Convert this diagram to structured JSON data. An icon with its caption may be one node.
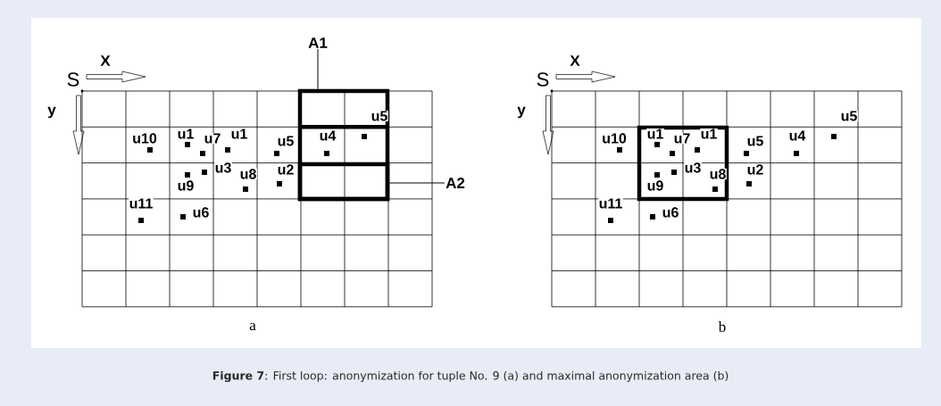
{
  "diagram": {
    "caption": "**Figure 7**: First loop: anonymization for tuple No. 9 (a) and maximal anonymization area (b)",
    "nodes": [
      {
        "text": [
          "A1"
        ]
      },
      {
        "text": [],
        "shape": "box"
      },
      {
        "text": [
          "A2"
        ]
      },
      {
        "text": [],
        "shape": "box",
        "in": 1
      },
      {
        "text": [],
        "shape": "box"
      }
    ],
    "edges": [
      {
        "from": 0,
        "to": 1,
        "arrow": "none"
      },
      {
        "from": 2,
        "to": 3,
        "arrow": "none"
      }
    ],
    "labels": [
      "X",
      "S",
      "y",
      "u5",
      "u10",
      "u1",
      "u7",
      "u1",
      "u5",
      "u4",
      "u3",
      "u8",
      "u2",
      "u9",
      "u11",
      "u6",
      "a",
      "X",
      "S",
      "y",
      "u5",
      "u10",
      "u1",
      "u7",
      "u1",
      "u5",
      "u4",
      "u3",
      "u8",
      "u2",
      "u9",
      "u11",
      "u6",
      "b"
    ]
  }
}
